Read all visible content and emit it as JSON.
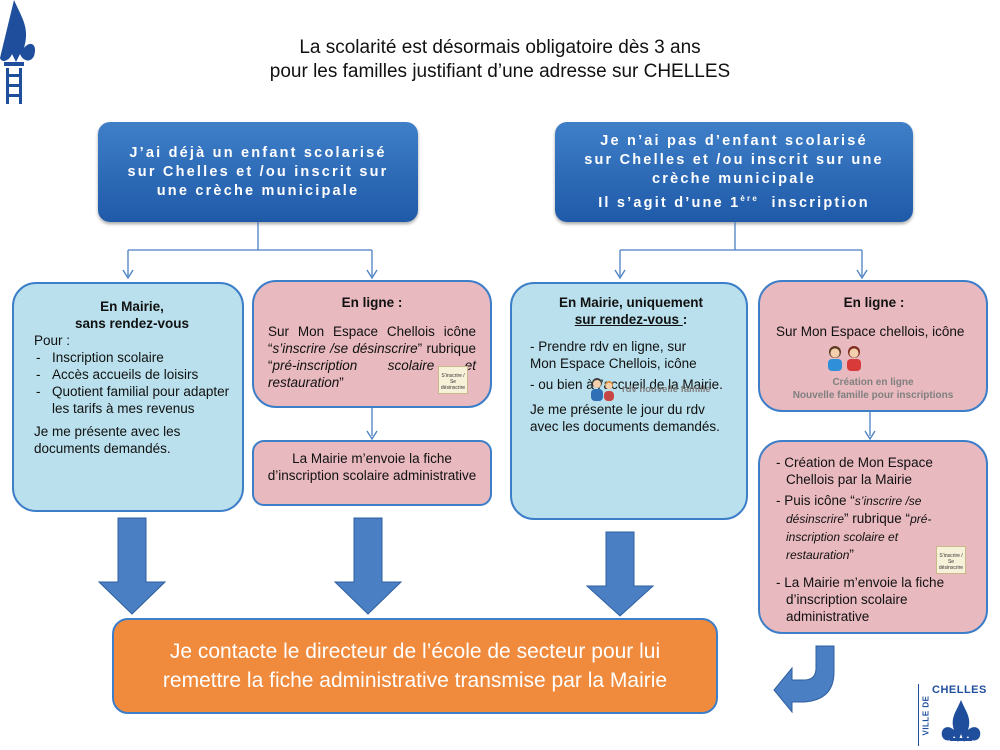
{
  "title": {
    "line1": "La scolarité est désormais obligatoire dès 3 ans",
    "line2": "pour les familles justifiant d’une adresse sur CHELLES"
  },
  "header_left": {
    "line1": "J’ai déjà un enfant scolarisé",
    "line2": "sur Chelles et /ou inscrit sur",
    "line3": "une crèche municipale"
  },
  "header_right": {
    "line1": "Je n’ai pas d’enfant scolarisé",
    "line2": "sur Chelles et /ou inscrit sur une",
    "line3": "crèche municipale",
    "line4_prefix": "Il s’agit d’une 1",
    "line4_sup": "ère",
    "line4_suffix": "inscription"
  },
  "box_mairie": {
    "title1": "En Mairie,",
    "title2": "sans rendez-vous",
    "pour": "Pour :",
    "items": [
      "Inscription scolaire",
      "Accès accueils de loisirs",
      "Quotient  familial pour adapter les tarifs à mes revenus"
    ],
    "footer": "Je me présente avec les documents demandés."
  },
  "box_enligne_left": {
    "title": "En ligne :",
    "text1": "Sur Mon Espace Chellois icône “",
    "text1_it": "s’inscrire /se désinscrire",
    "text2": "” rubrique “",
    "text2_it": "pré-inscription scolaire et restauration",
    "text3": "”",
    "icon_label": "S’inscrire / Se désinscrire"
  },
  "box_fiche_left": {
    "text": "La Mairie m’envoie la fiche d’inscription scolaire administrative"
  },
  "box_rdv": {
    "title1": "En Mairie, uniquement",
    "title2": "sur rendez-vous ",
    "title2_suffix": ":",
    "item1": "- Prendre rdv en ligne, sur Mon Espace Chellois, icône",
    "icon_caption": "rdv nouvelle famille",
    "item2": "- ou bien à l’accueil de la Mairie.",
    "footer": "Je me présente le jour du rdv avec les documents demandés."
  },
  "box_enligne_right": {
    "title": "En ligne :",
    "text": "Sur Mon Espace chellois, icône",
    "caption1": "Création en ligne",
    "caption2": "Nouvelle famille pour inscriptions"
  },
  "box_creation": {
    "item1": "- Création de Mon Espace Chellois par la Mairie",
    "item2_a": "- Puis icône “",
    "item2_it1": "s’inscrire /se désinscrire",
    "item2_b": "”  rubrique “",
    "item2_it2": "pré-inscription scolaire et restauration",
    "item2_c": "”",
    "icon_label": "S’inscrire / Se désinscrire",
    "item3": "- La Mairie m’envoie la fiche d’inscription scolaire administrative"
  },
  "final": {
    "line1": "Je contacte le directeur de l’école de secteur pour lui",
    "line2": "remettre la fiche administrative transmise par la Mairie"
  },
  "logo": {
    "prefix": "VILLE DE",
    "name": "CHELLES"
  },
  "colors": {
    "header_blue": "#2a67b4",
    "blue_box": "#b9e0ec",
    "pink_box": "#e8b9be",
    "orange": "#f08a3d",
    "arrow_blue": "#4a7fc4"
  }
}
